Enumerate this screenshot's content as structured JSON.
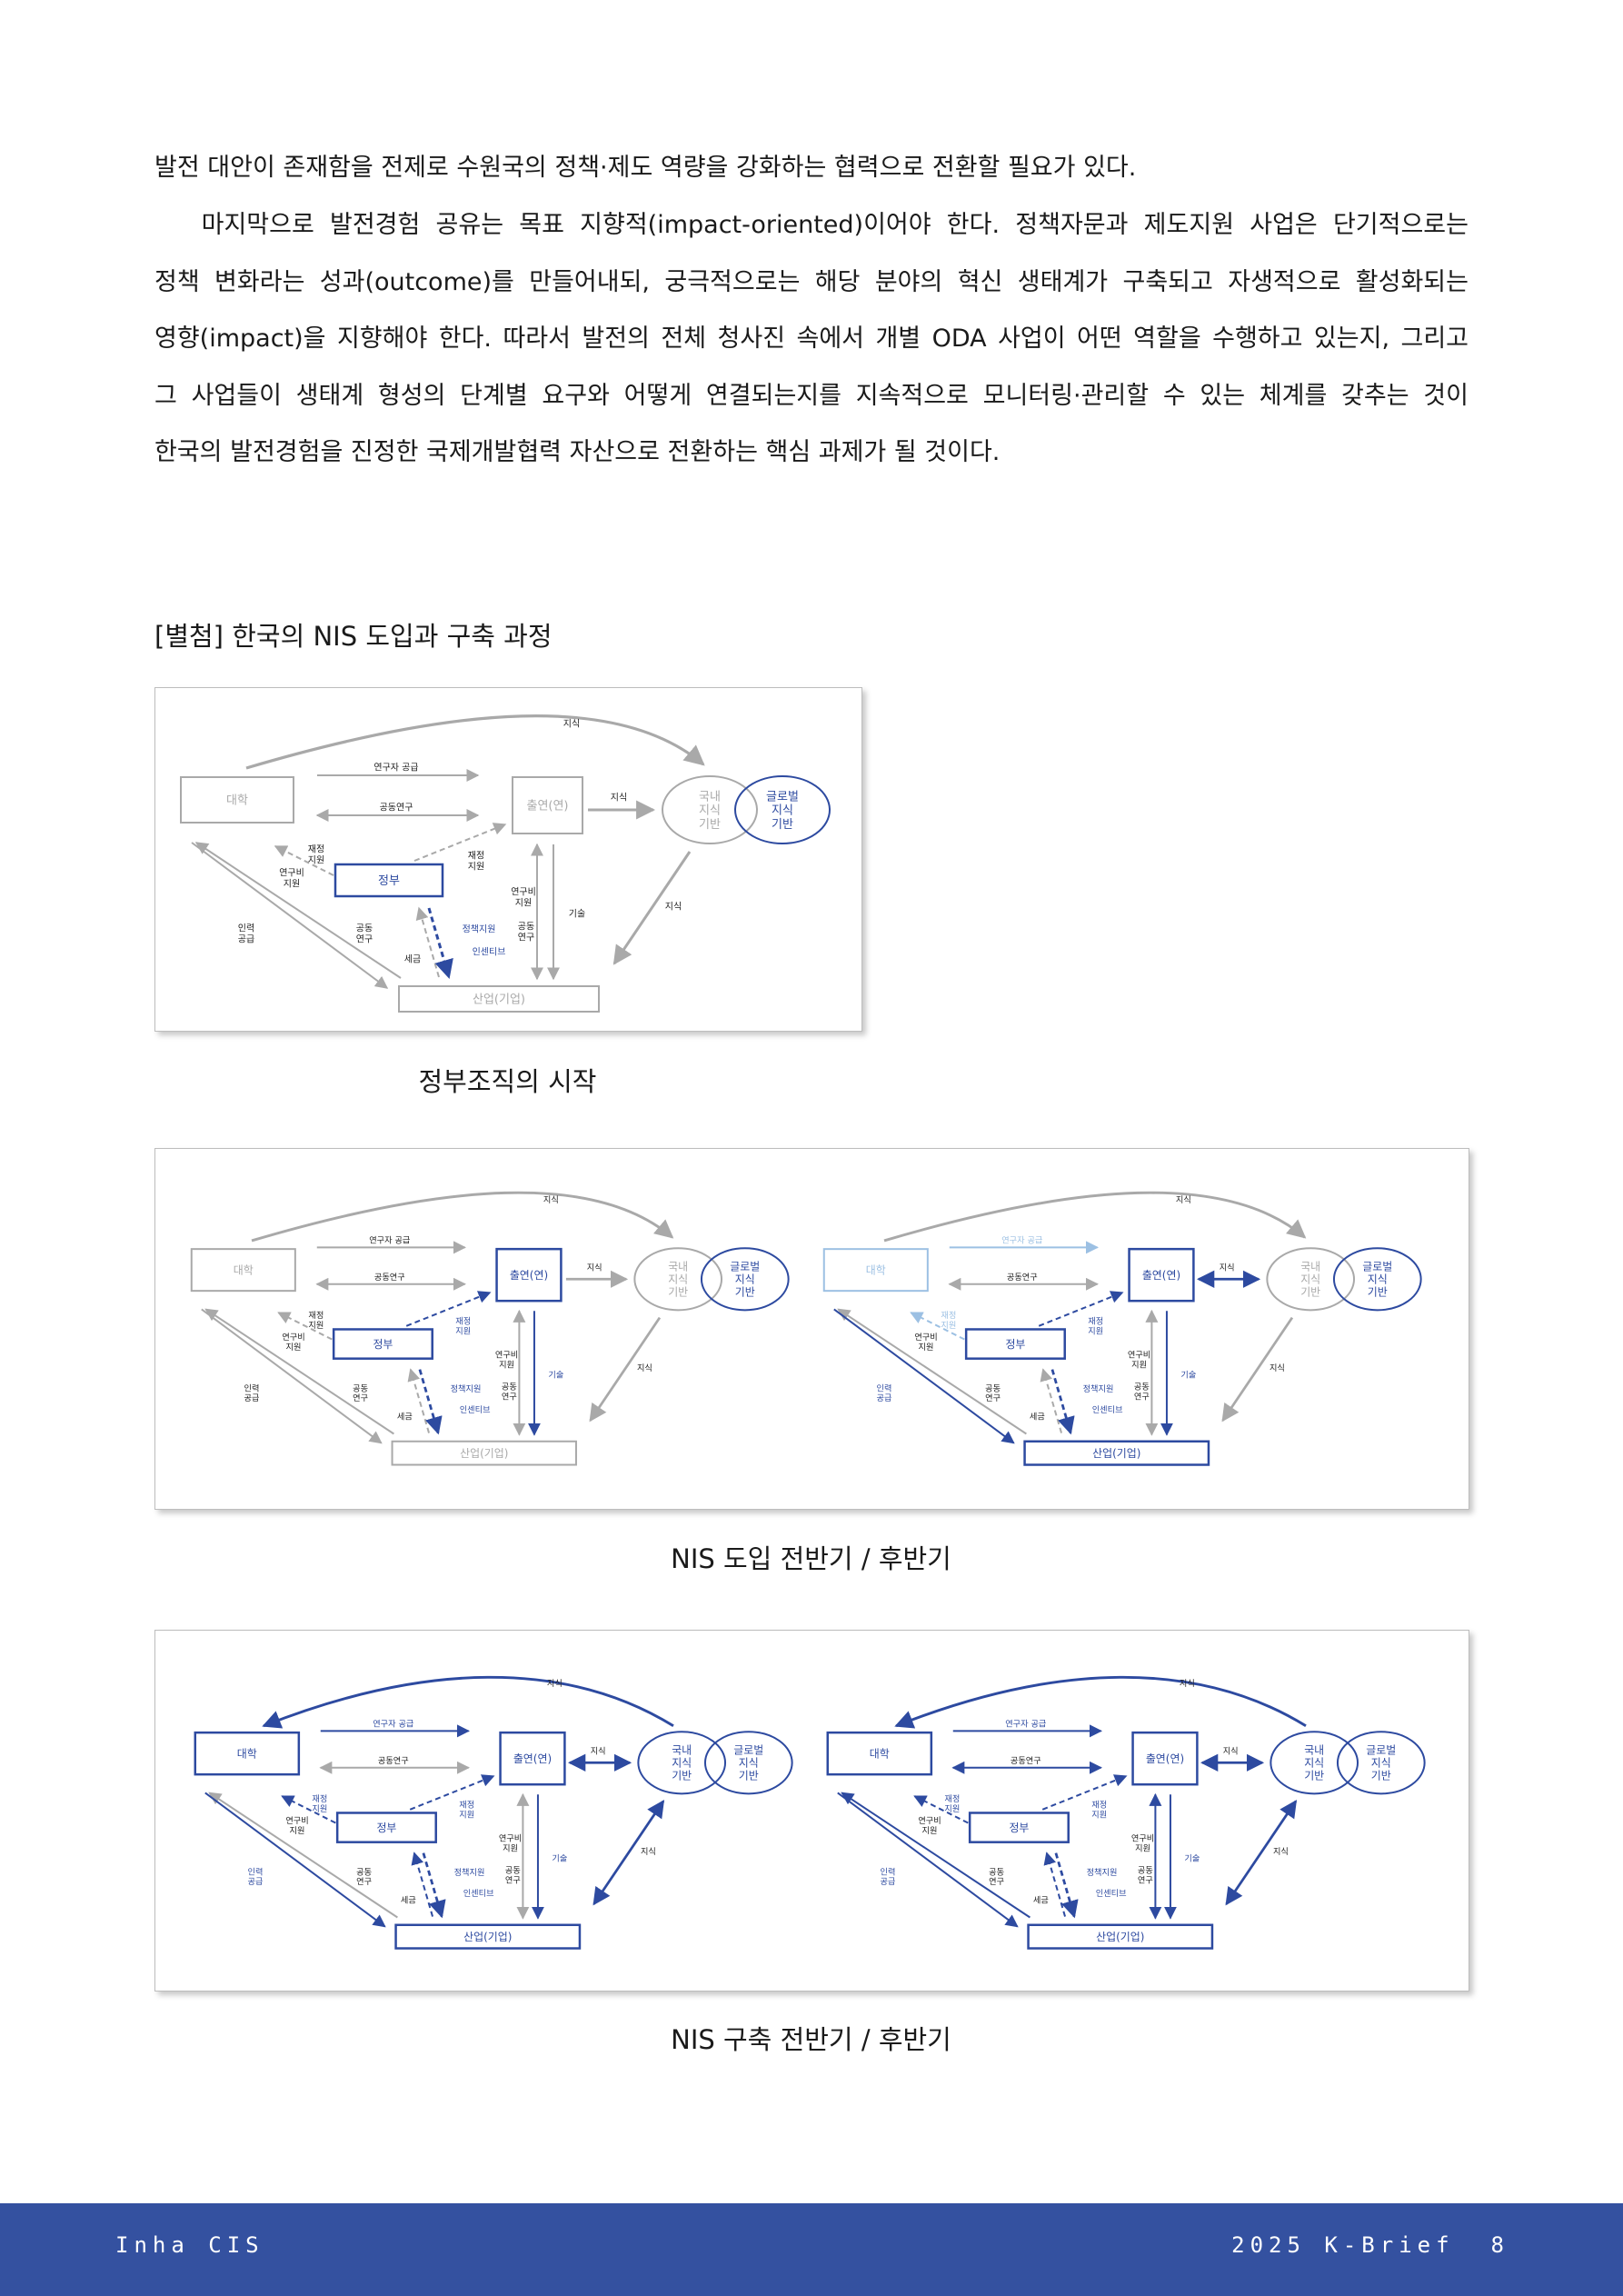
{
  "body_text": {
    "line1": "발전 대안이 존재함을 전제로 수원국의 정책·제도 역량을 강화하는 협력으로 전환할 필요가 있다.",
    "para2_lines": [
      "   마지막으로 발전경험 공유는 목표 지향적(impact-oriented)이어야 한다. 정책자문과 제도지원 사업은 단기적으로는",
      "정책 변화라는 성과(outcome)를 만들어내되, 궁극적으로는 해당 분야의 혁신 생태계가 구축되고 자생적으로 활성화되는",
      "영향(impact)을 지향해야 한다. 따라서 발전의 전체 청사진 속에서 개별 ODA 사업이 어떤 역할을 수행하고 있는지, 그리고",
      "그 사업들이 생태계 형성의 단계별 요구와 어떻게 연결되는지를 지속적으로 모니터링·관리할 수 있는 체계를 갖추는 것이",
      "한국의 발전경험을 진정한 국제개발협력 자산으로 전환하는 핵심 과제가 될 것이다."
    ]
  },
  "appendix_title": "[별첨] 한국의 NIS 도입과 구축 과정",
  "diagram_labels": {
    "univ": "대학",
    "gri": "출연(연)",
    "gov": "정부",
    "industry": "산업(기업)",
    "domestic": [
      "국내",
      "지식",
      "기반"
    ],
    "global": [
      "글로벌",
      "지식",
      "기반"
    ],
    "knowledge": "지식",
    "researcher_supply": "연구자 공급",
    "joint_research": "공동연구",
    "finance_support": [
      "재정",
      "지원"
    ],
    "rnd_support": [
      "연구비",
      "지원"
    ],
    "manpower_supply": [
      "인력",
      "공급"
    ],
    "joint_research2": [
      "공동",
      "연구"
    ],
    "policy_support": "정책지원",
    "incentive": "인센티브",
    "tax": "세금",
    "technology": "기술"
  },
  "captions": {
    "fig1": "정부조직의 시작",
    "fig2": "NIS 도입 전반기 / 후반기",
    "fig3": "NIS 구축 전반기 / 후반기"
  },
  "footer": {
    "left": "Inha CIS",
    "right": "2025 K-Brief",
    "page": "8"
  },
  "colors": {
    "gray": "#a9a9a9",
    "blue": "#2d4aa0",
    "light_blue": "#9cc0e3",
    "footer": "#3451a0"
  }
}
